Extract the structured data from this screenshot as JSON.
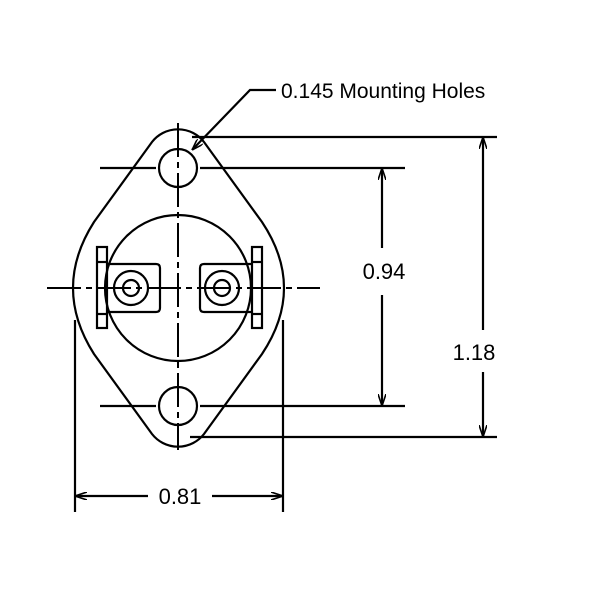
{
  "callout": {
    "label": "0.145 Mounting Holes"
  },
  "dimensions": {
    "hole_spacing": "0.94",
    "overall_height": "1.18",
    "overall_width": "0.81"
  }
}
